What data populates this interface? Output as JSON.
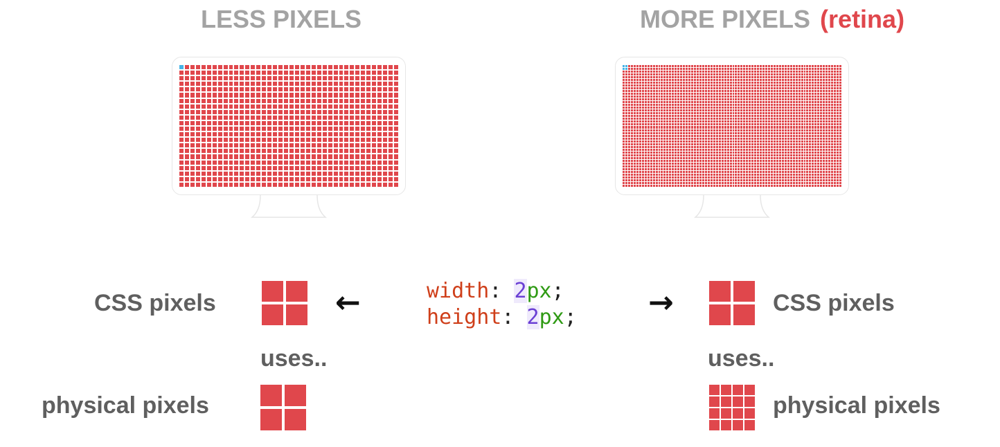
{
  "headings": {
    "left": "LESS PIXELS",
    "right": "MORE PIXELS",
    "right_accent": "(retina)"
  },
  "colors": {
    "pixel": "#e0474c",
    "highlight": "#46b3e6",
    "heading": "#a3a3a3",
    "label": "#5f5f5f"
  },
  "monitors": {
    "left": {
      "cols": 40,
      "rows": 22,
      "highlight_cells": 1
    },
    "right": {
      "cols": 80,
      "rows": 44,
      "highlight_cells": 2
    }
  },
  "labels": {
    "css_pixels": "CSS pixels",
    "uses": "uses..",
    "physical_pixels": "physical pixels"
  },
  "code": {
    "line1": {
      "prop": "width",
      "colon": ": ",
      "num": "2",
      "unit": "px",
      "end": ";"
    },
    "line2": {
      "prop": "height",
      "colon": ": ",
      "num": "2",
      "unit": "px",
      "end": ";"
    }
  },
  "arrows": {
    "left": "←",
    "right": "→"
  },
  "blocks": {
    "css_left": {
      "grid": 2
    },
    "phys_left": {
      "grid": 2
    },
    "css_right": {
      "grid": 2
    },
    "phys_right": {
      "grid": 4
    }
  }
}
